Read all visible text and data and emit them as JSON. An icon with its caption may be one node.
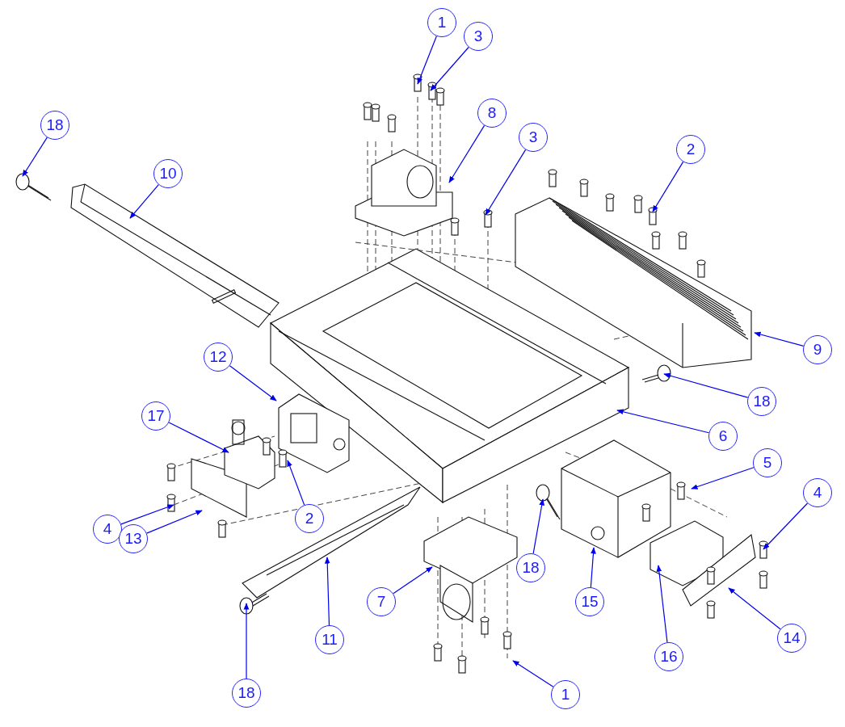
{
  "diagram": {
    "nodes": [
      {
        "text": [
          "1"
        ]
      },
      {
        "text": [
          "3"
        ]
      },
      {
        "text": [
          "8"
        ]
      },
      {
        "text": [
          "18"
        ]
      },
      {
        "text": [
          "3"
        ]
      },
      {
        "text": [
          "2"
        ]
      },
      {
        "text": [
          "10"
        ]
      },
      {
        "text": [
          "9"
        ]
      },
      {
        "text": [
          "12"
        ]
      },
      {
        "text": [
          "18"
        ]
      },
      {
        "text": [
          "6"
        ]
      },
      {
        "text": [
          "17"
        ]
      },
      {
        "text": [
          "5"
        ]
      },
      {
        "text": [
          "4"
        ]
      },
      {
        "text": [
          "2"
        ]
      },
      {
        "text": [
          "4"
        ]
      },
      {
        "text": [
          "13"
        ]
      },
      {
        "text": [
          "18"
        ]
      },
      {
        "text": [
          "7"
        ]
      },
      {
        "text": [
          "15"
        ]
      },
      {
        "text": [
          "14"
        ]
      },
      {
        "text": [
          "11"
        ]
      },
      {
        "text": [
          "16"
        ]
      },
      {
        "text": [
          "18"
        ]
      },
      {
        "text": [
          "1"
        ]
      }
    ],
    "edges": [
      {
        "from": 0,
        "to": null,
        "arrow": "to"
      },
      {
        "from": 1,
        "to": null,
        "arrow": "to"
      },
      {
        "from": 2,
        "to": null,
        "arrow": "to"
      },
      {
        "from": 3,
        "to": null,
        "arrow": "to"
      },
      {
        "from": 4,
        "to": null,
        "arrow": "to"
      },
      {
        "from": 5,
        "to": null,
        "arrow": "to"
      },
      {
        "from": 6,
        "to": null,
        "arrow": "to"
      },
      {
        "from": 7,
        "to": null,
        "arrow": "to"
      },
      {
        "from": 8,
        "to": null,
        "arrow": "to"
      },
      {
        "from": 9,
        "to": null,
        "arrow": "to"
      },
      {
        "from": 10,
        "to": null,
        "arrow": "to"
      },
      {
        "from": 11,
        "to": null,
        "arrow": "to"
      },
      {
        "from": 12,
        "to": null,
        "arrow": "to"
      },
      {
        "from": 13,
        "to": null,
        "arrow": "to"
      },
      {
        "from": 14,
        "to": null,
        "arrow": "to"
      },
      {
        "from": 15,
        "to": null,
        "arrow": "to"
      },
      {
        "from": 16,
        "to": null,
        "arrow": "to"
      },
      {
        "from": 17,
        "to": null,
        "arrow": "to"
      },
      {
        "from": 18,
        "to": null,
        "arrow": "to"
      },
      {
        "from": 19,
        "to": null,
        "arrow": "to"
      },
      {
        "from": 20,
        "to": null,
        "arrow": "to"
      },
      {
        "from": 21,
        "to": null,
        "arrow": "to"
      },
      {
        "from": 22,
        "to": null,
        "arrow": "to"
      },
      {
        "from": 23,
        "to": null,
        "arrow": "to"
      },
      {
        "from": 24,
        "to": null,
        "arrow": "to"
      }
    ]
  }
}
